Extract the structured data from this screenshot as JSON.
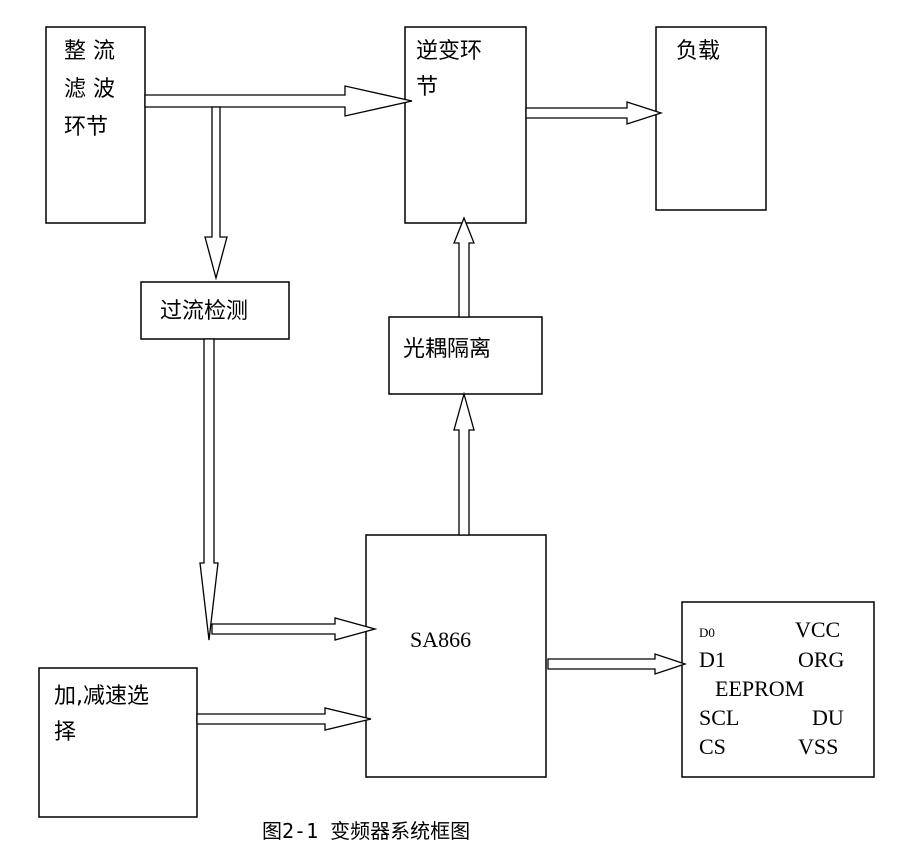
{
  "blocks": {
    "rectifier": {
      "lines": [
        "整 流",
        "滤 波",
        "环节"
      ]
    },
    "inverter": {
      "lines": [
        "逆变环",
        "节"
      ]
    },
    "load": {
      "label": "负载"
    },
    "overcurrent": {
      "label": "过流检测"
    },
    "optocoupler": {
      "label": "光耦隔离"
    },
    "controller": {
      "label": "SA866"
    },
    "speed_select": {
      "lines": [
        "加,减速选",
        "择"
      ]
    },
    "eeprom": {
      "pins": {
        "d0": "D0",
        "vcc": "VCC",
        "d1": "D1",
        "org": "ORG",
        "name": "EEPROM",
        "scl": "SCL",
        "du": "DU",
        "cs": "CS",
        "vss": "VSS"
      }
    }
  },
  "caption": "图2-1 变频器系统框图"
}
